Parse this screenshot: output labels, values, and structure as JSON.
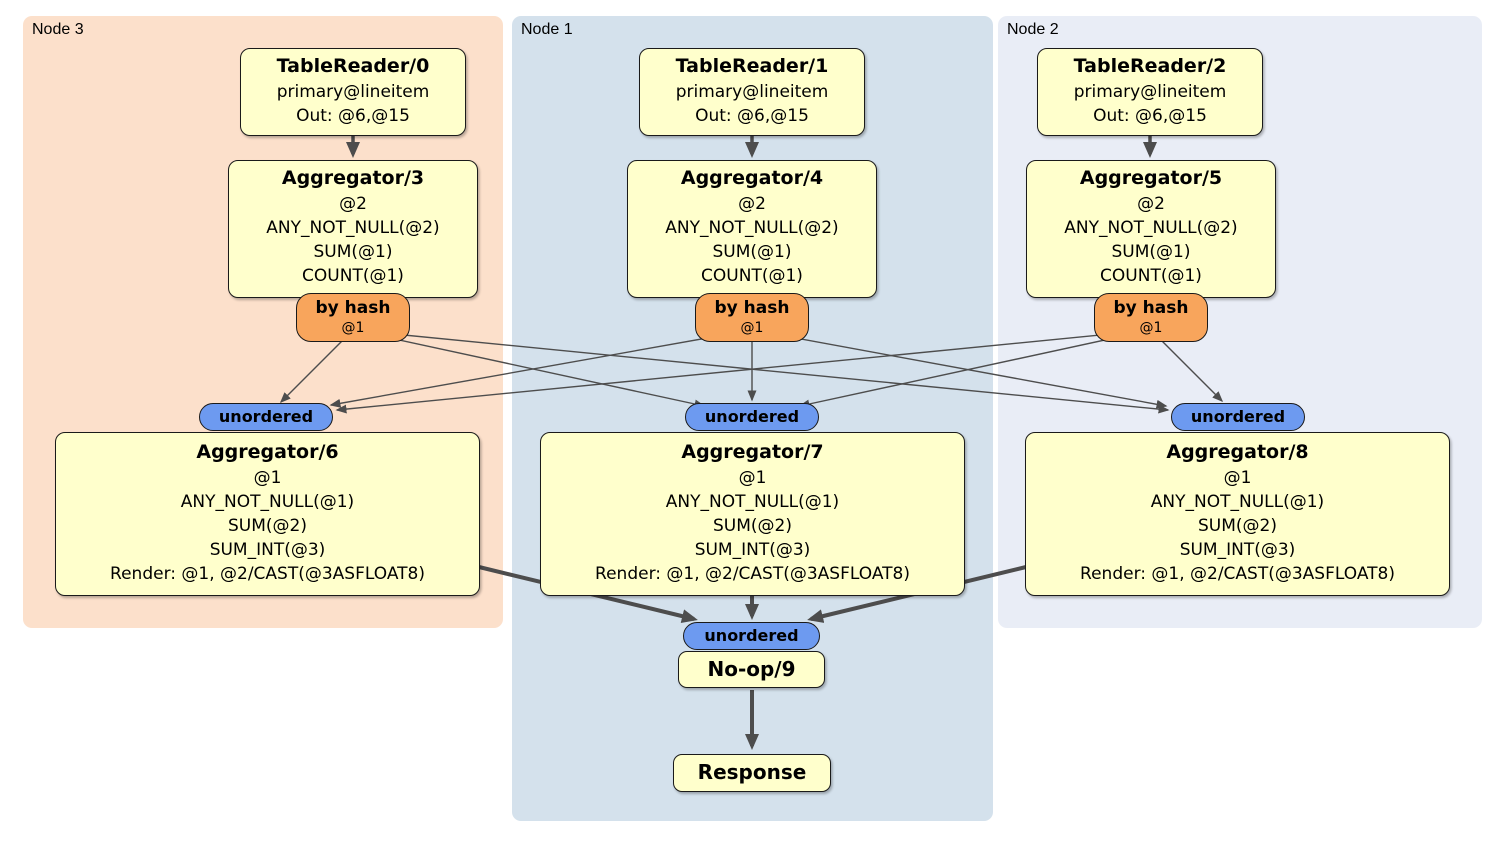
{
  "panels": [
    {
      "label": "Node 3"
    },
    {
      "label": "Node 1"
    },
    {
      "label": "Node 2"
    }
  ],
  "columns": [
    {
      "reader": {
        "title": "TableReader/0",
        "lines": [
          "primary@lineitem",
          "Out: @6,@15"
        ]
      },
      "aggregator_top": {
        "title": "Aggregator/3",
        "lines": [
          "@2",
          "ANY_NOT_NULL(@2)",
          "SUM(@1)",
          "COUNT(@1)"
        ]
      },
      "hash_router": {
        "title": "by hash",
        "detail": "@1"
      },
      "input_sync": {
        "label": "unordered"
      },
      "aggregator_bottom": {
        "title": "Aggregator/6",
        "lines": [
          "@1",
          "ANY_NOT_NULL(@1)",
          "SUM(@2)",
          "SUM_INT(@3)",
          "Render: @1, @2/CAST(@3ASFLOAT8)"
        ]
      }
    },
    {
      "reader": {
        "title": "TableReader/1",
        "lines": [
          "primary@lineitem",
          "Out: @6,@15"
        ]
      },
      "aggregator_top": {
        "title": "Aggregator/4",
        "lines": [
          "@2",
          "ANY_NOT_NULL(@2)",
          "SUM(@1)",
          "COUNT(@1)"
        ]
      },
      "hash_router": {
        "title": "by hash",
        "detail": "@1"
      },
      "input_sync": {
        "label": "unordered"
      },
      "aggregator_bottom": {
        "title": "Aggregator/7",
        "lines": [
          "@1",
          "ANY_NOT_NULL(@1)",
          "SUM(@2)",
          "SUM_INT(@3)",
          "Render: @1, @2/CAST(@3ASFLOAT8)"
        ]
      }
    },
    {
      "reader": {
        "title": "TableReader/2",
        "lines": [
          "primary@lineitem",
          "Out: @6,@15"
        ]
      },
      "aggregator_top": {
        "title": "Aggregator/5",
        "lines": [
          "@2",
          "ANY_NOT_NULL(@2)",
          "SUM(@1)",
          "COUNT(@1)"
        ]
      },
      "hash_router": {
        "title": "by hash",
        "detail": "@1"
      },
      "input_sync": {
        "label": "unordered"
      },
      "aggregator_bottom": {
        "title": "Aggregator/8",
        "lines": [
          "@1",
          "ANY_NOT_NULL(@1)",
          "SUM(@2)",
          "SUM_INT(@3)",
          "Render: @1, @2/CAST(@3ASFLOAT8)"
        ]
      }
    }
  ],
  "final_stage": {
    "input_sync": {
      "label": "unordered"
    },
    "noop": {
      "title": "No-op/9"
    },
    "response": {
      "title": "Response"
    }
  },
  "colors": {
    "panel_node3": "#fce0cb",
    "panel_node1": "#d4e1ec",
    "panel_node2": "#e9edf6",
    "box_fill": "#ffffcc",
    "router_fill": "#f8a55c",
    "sync_fill": "#6d9af0",
    "box_border": "#1a1a1a",
    "edge": "#4d4d4d",
    "text": "#000000",
    "page_bg": "#ffffff"
  }
}
